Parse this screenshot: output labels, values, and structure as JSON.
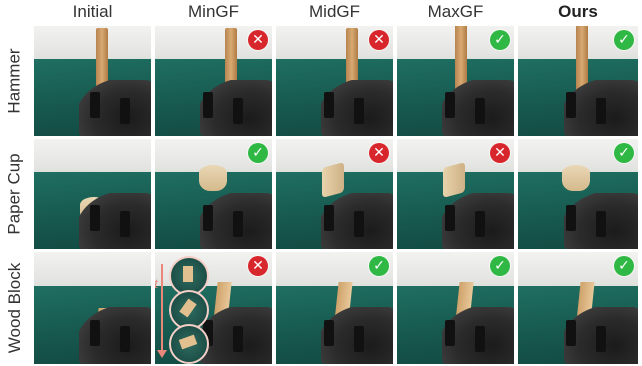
{
  "columns": [
    "Initial",
    "MinGF",
    "MidGF",
    "MaxGF",
    "Ours"
  ],
  "rows": [
    "Hammer",
    "Paper Cup",
    "Wood Block"
  ],
  "results": {
    "Hammer": [
      null,
      "fail",
      "fail",
      "success",
      "success"
    ],
    "Paper Cup": [
      null,
      "success",
      "fail",
      "fail",
      "success"
    ],
    "Wood Block": [
      null,
      "fail",
      "success",
      "success",
      "success"
    ]
  },
  "time_label": "t",
  "colors": {
    "success": "#2fb844",
    "fail": "#d8262d",
    "time_arrow": "#e8877a"
  },
  "icons": {
    "success": "check-circle-icon",
    "fail": "x-circle-icon"
  }
}
